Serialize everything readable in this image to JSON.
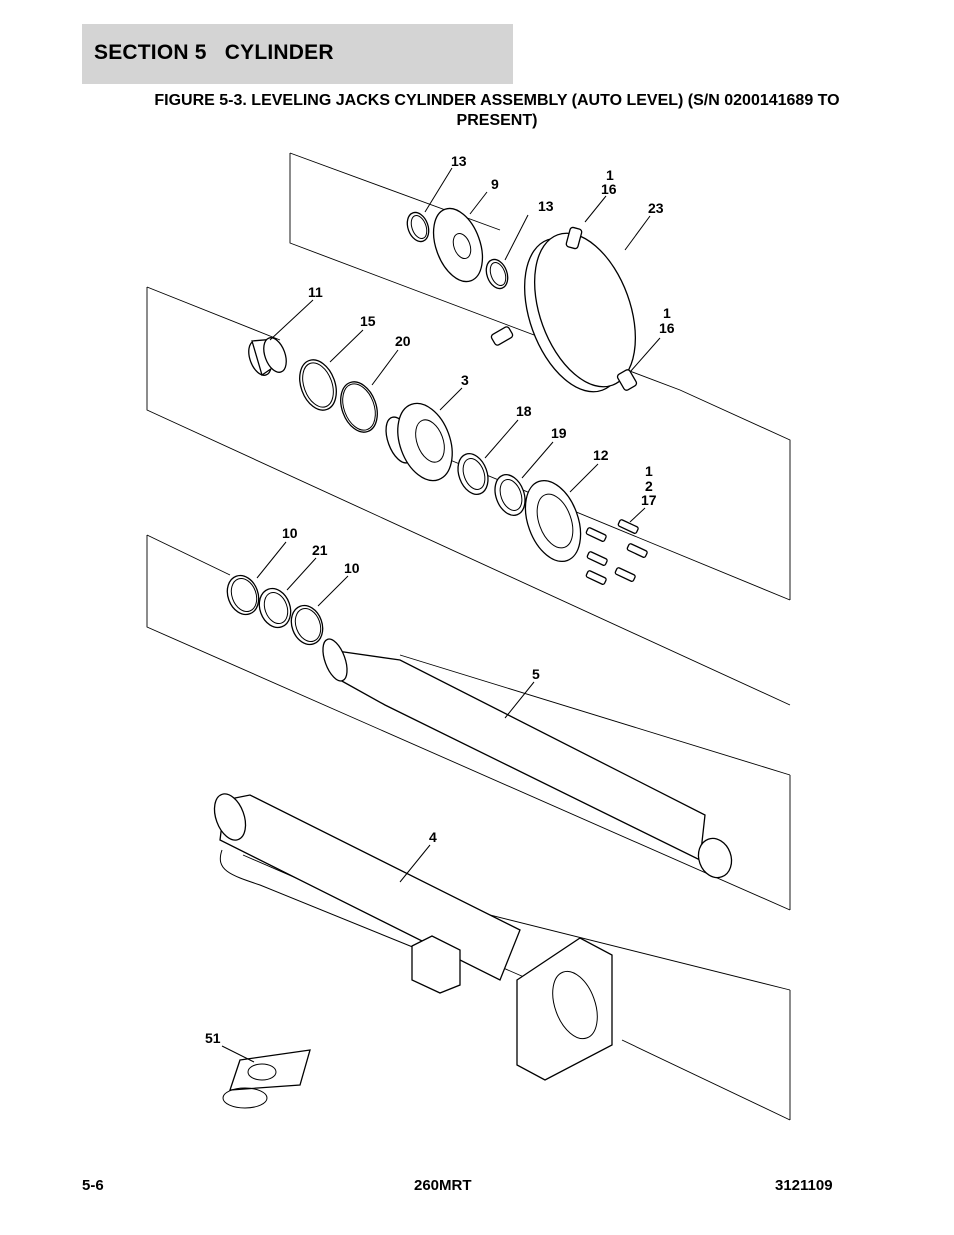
{
  "header": {
    "section_title": "SECTION 5   CYLINDER",
    "figure_title_line1": "FIGURE 5-3. LEVELING JACKS CYLINDER ASSEMBLY (AUTO LEVEL) (S/N 0200141689 TO",
    "figure_title_line2": "PRESENT)"
  },
  "callouts": {
    "c13a": "13",
    "c9": "9",
    "c13b": "13",
    "c1a": "1",
    "c16a": "16",
    "c23": "23",
    "c11": "11",
    "c15": "15",
    "c20": "20",
    "c1b": "1",
    "c16b": "16",
    "c3": "3",
    "c18": "18",
    "c19": "19",
    "c12": "12",
    "c1c": "1",
    "c2": "2",
    "c17": "17",
    "c10a": "10",
    "c21": "21",
    "c10b": "10",
    "c5": "5",
    "c4": "4",
    "c51": "51"
  },
  "footer": {
    "page": "5-6",
    "model": "260MRT",
    "doc_number": "3121109"
  }
}
